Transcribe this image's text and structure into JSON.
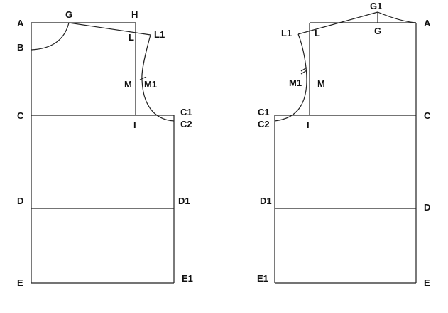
{
  "colors": {
    "line": "#222222",
    "text": "#111111",
    "background": "#ffffff"
  },
  "front_panel": {
    "labels": {
      "A": "A",
      "G": "G",
      "H": "H",
      "B": "B",
      "L": "L",
      "L1": "L1",
      "M": "M",
      "M1": "M1",
      "C": "C",
      "C1": "C1",
      "C2": "C2",
      "I": "I",
      "D": "D",
      "D1": "D1",
      "E": "E",
      "E1": "E1"
    }
  },
  "back_panel": {
    "labels": {
      "G1": "G1",
      "G": "G",
      "A": "A",
      "L1": "L1",
      "L": "L",
      "M1": "M1",
      "M": "M",
      "C1": "C1",
      "C2": "C2",
      "I": "I",
      "C": "C",
      "D1": "D1",
      "D": "D",
      "E1": "E1",
      "E": "E"
    }
  }
}
